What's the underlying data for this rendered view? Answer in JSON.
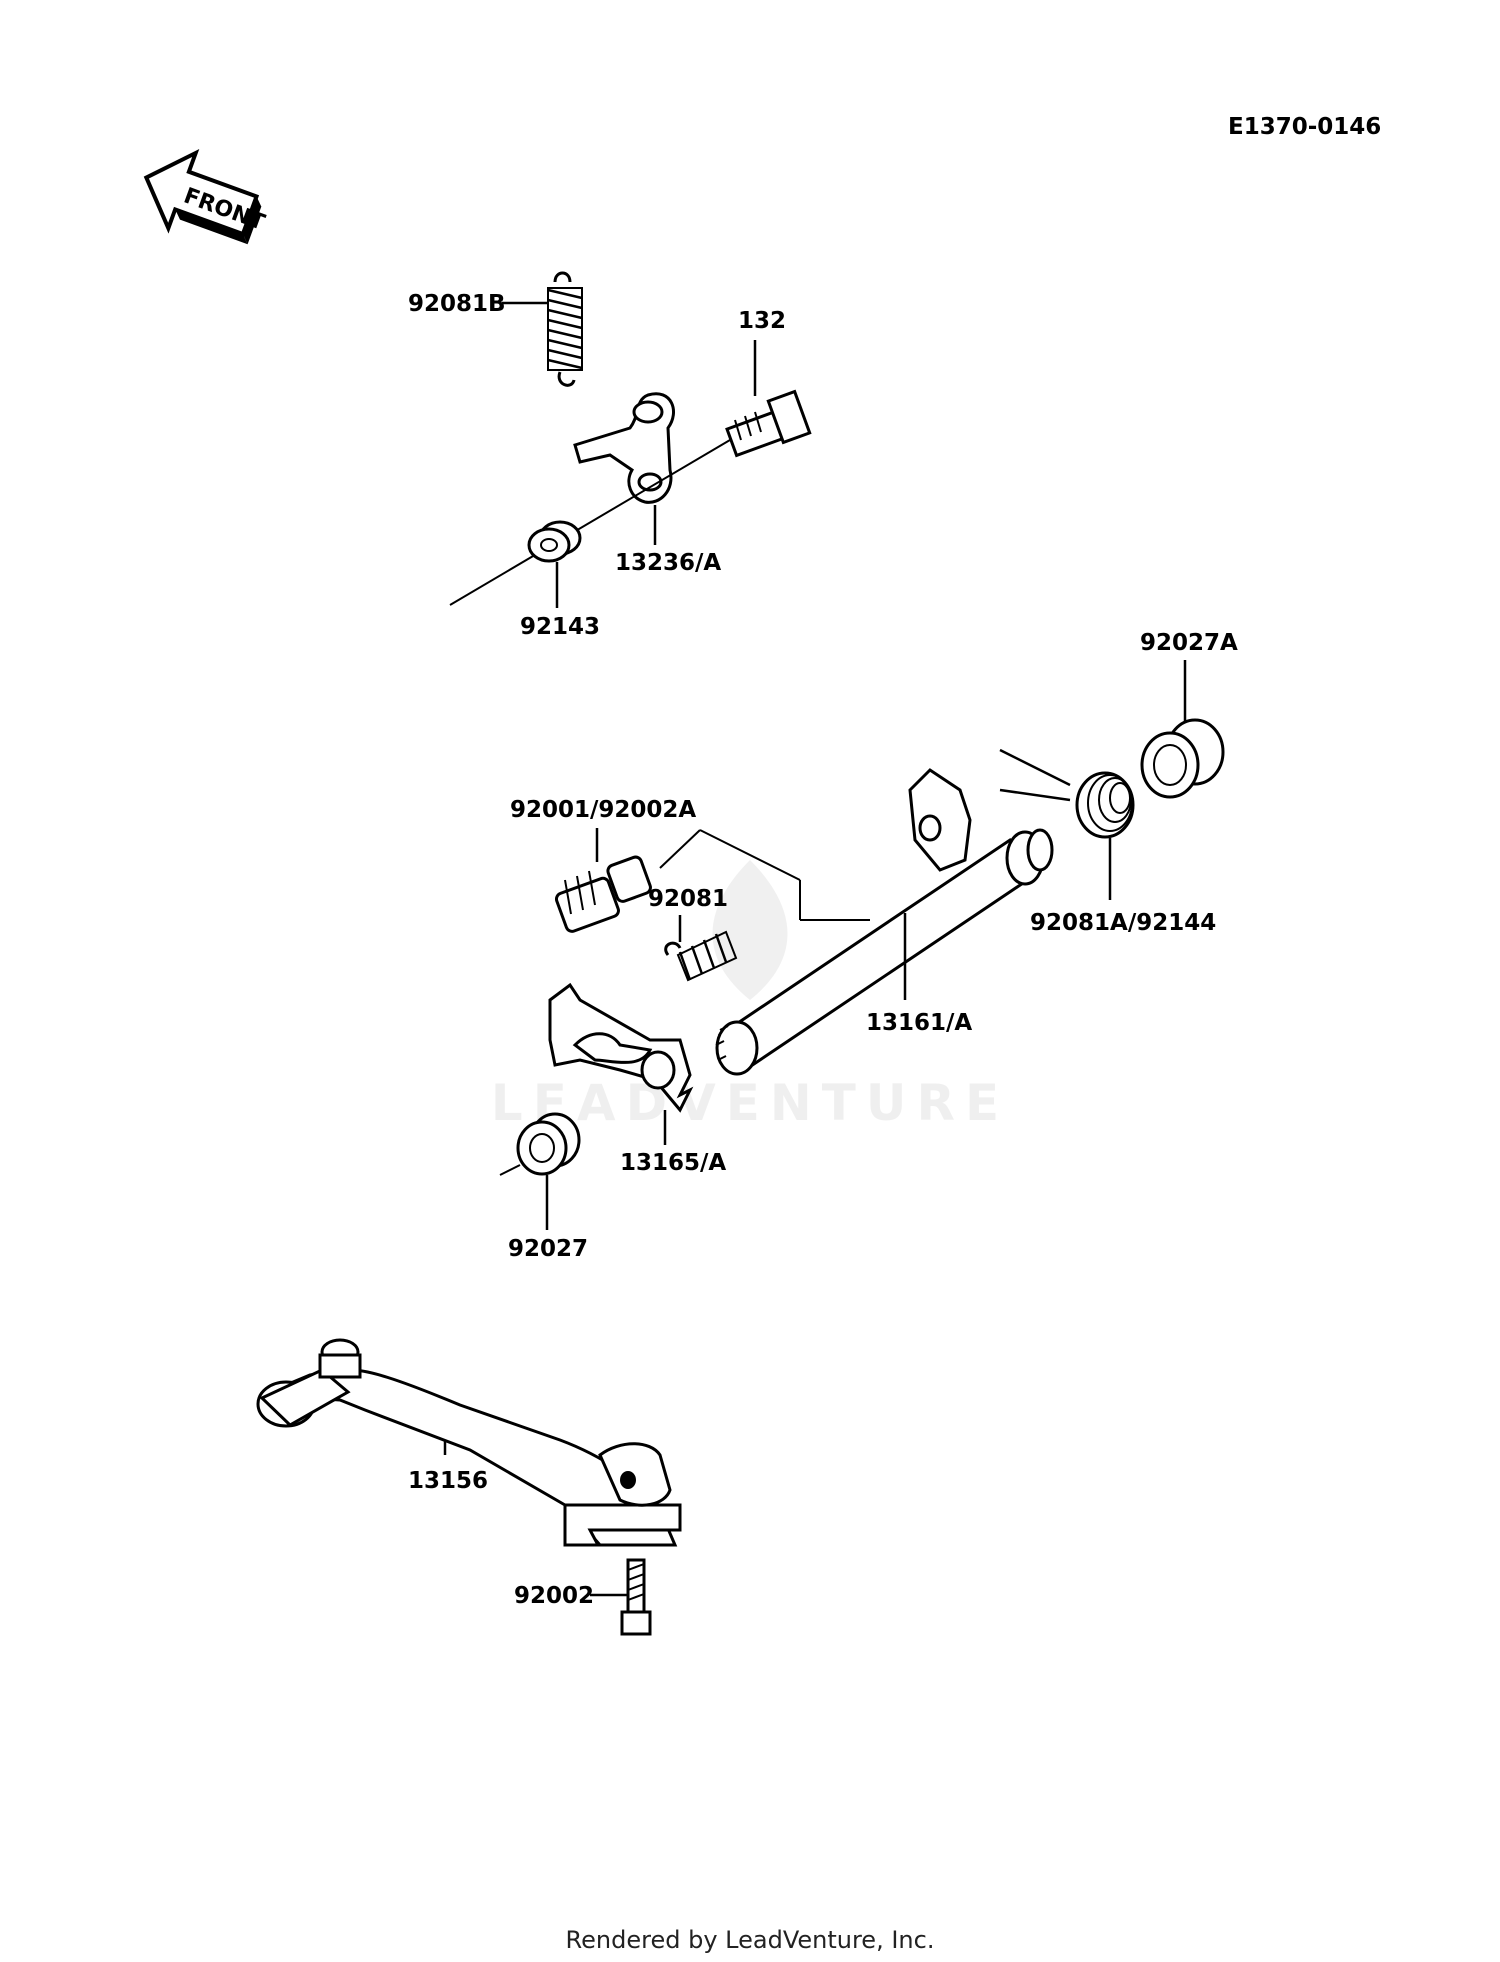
{
  "diagram_code": "E1370-0146",
  "front_label": "FRONT",
  "watermark": "LEADVENTURE",
  "footer": "Rendered by LeadVenture, Inc.",
  "callouts": {
    "spring_b": "92081B",
    "bolt": "132",
    "lever_arm": "13236/A",
    "collar_top": "92143",
    "seal_right": "92027A",
    "bolt_stud": "92001/92002A",
    "spring": "92081",
    "return_spring": "92081A/92144",
    "shift_shaft": "13161/A",
    "shift_plate": "13165/A",
    "seal_left": "92027",
    "shift_pedal": "13156",
    "pedal_bolt": "92002"
  }
}
